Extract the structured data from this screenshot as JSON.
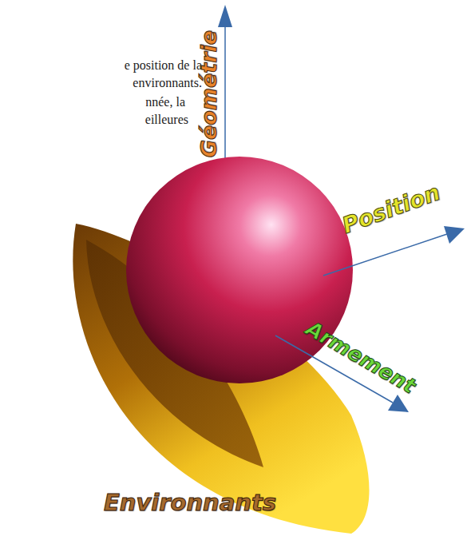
{
  "diagram": {
    "labels": [
      "e position de la",
      "environnants.",
      "nnée, la",
      "eilleures",
      "Géométrie",
      "Position",
      "Armement",
      "Environnants"
    ]
  }
}
